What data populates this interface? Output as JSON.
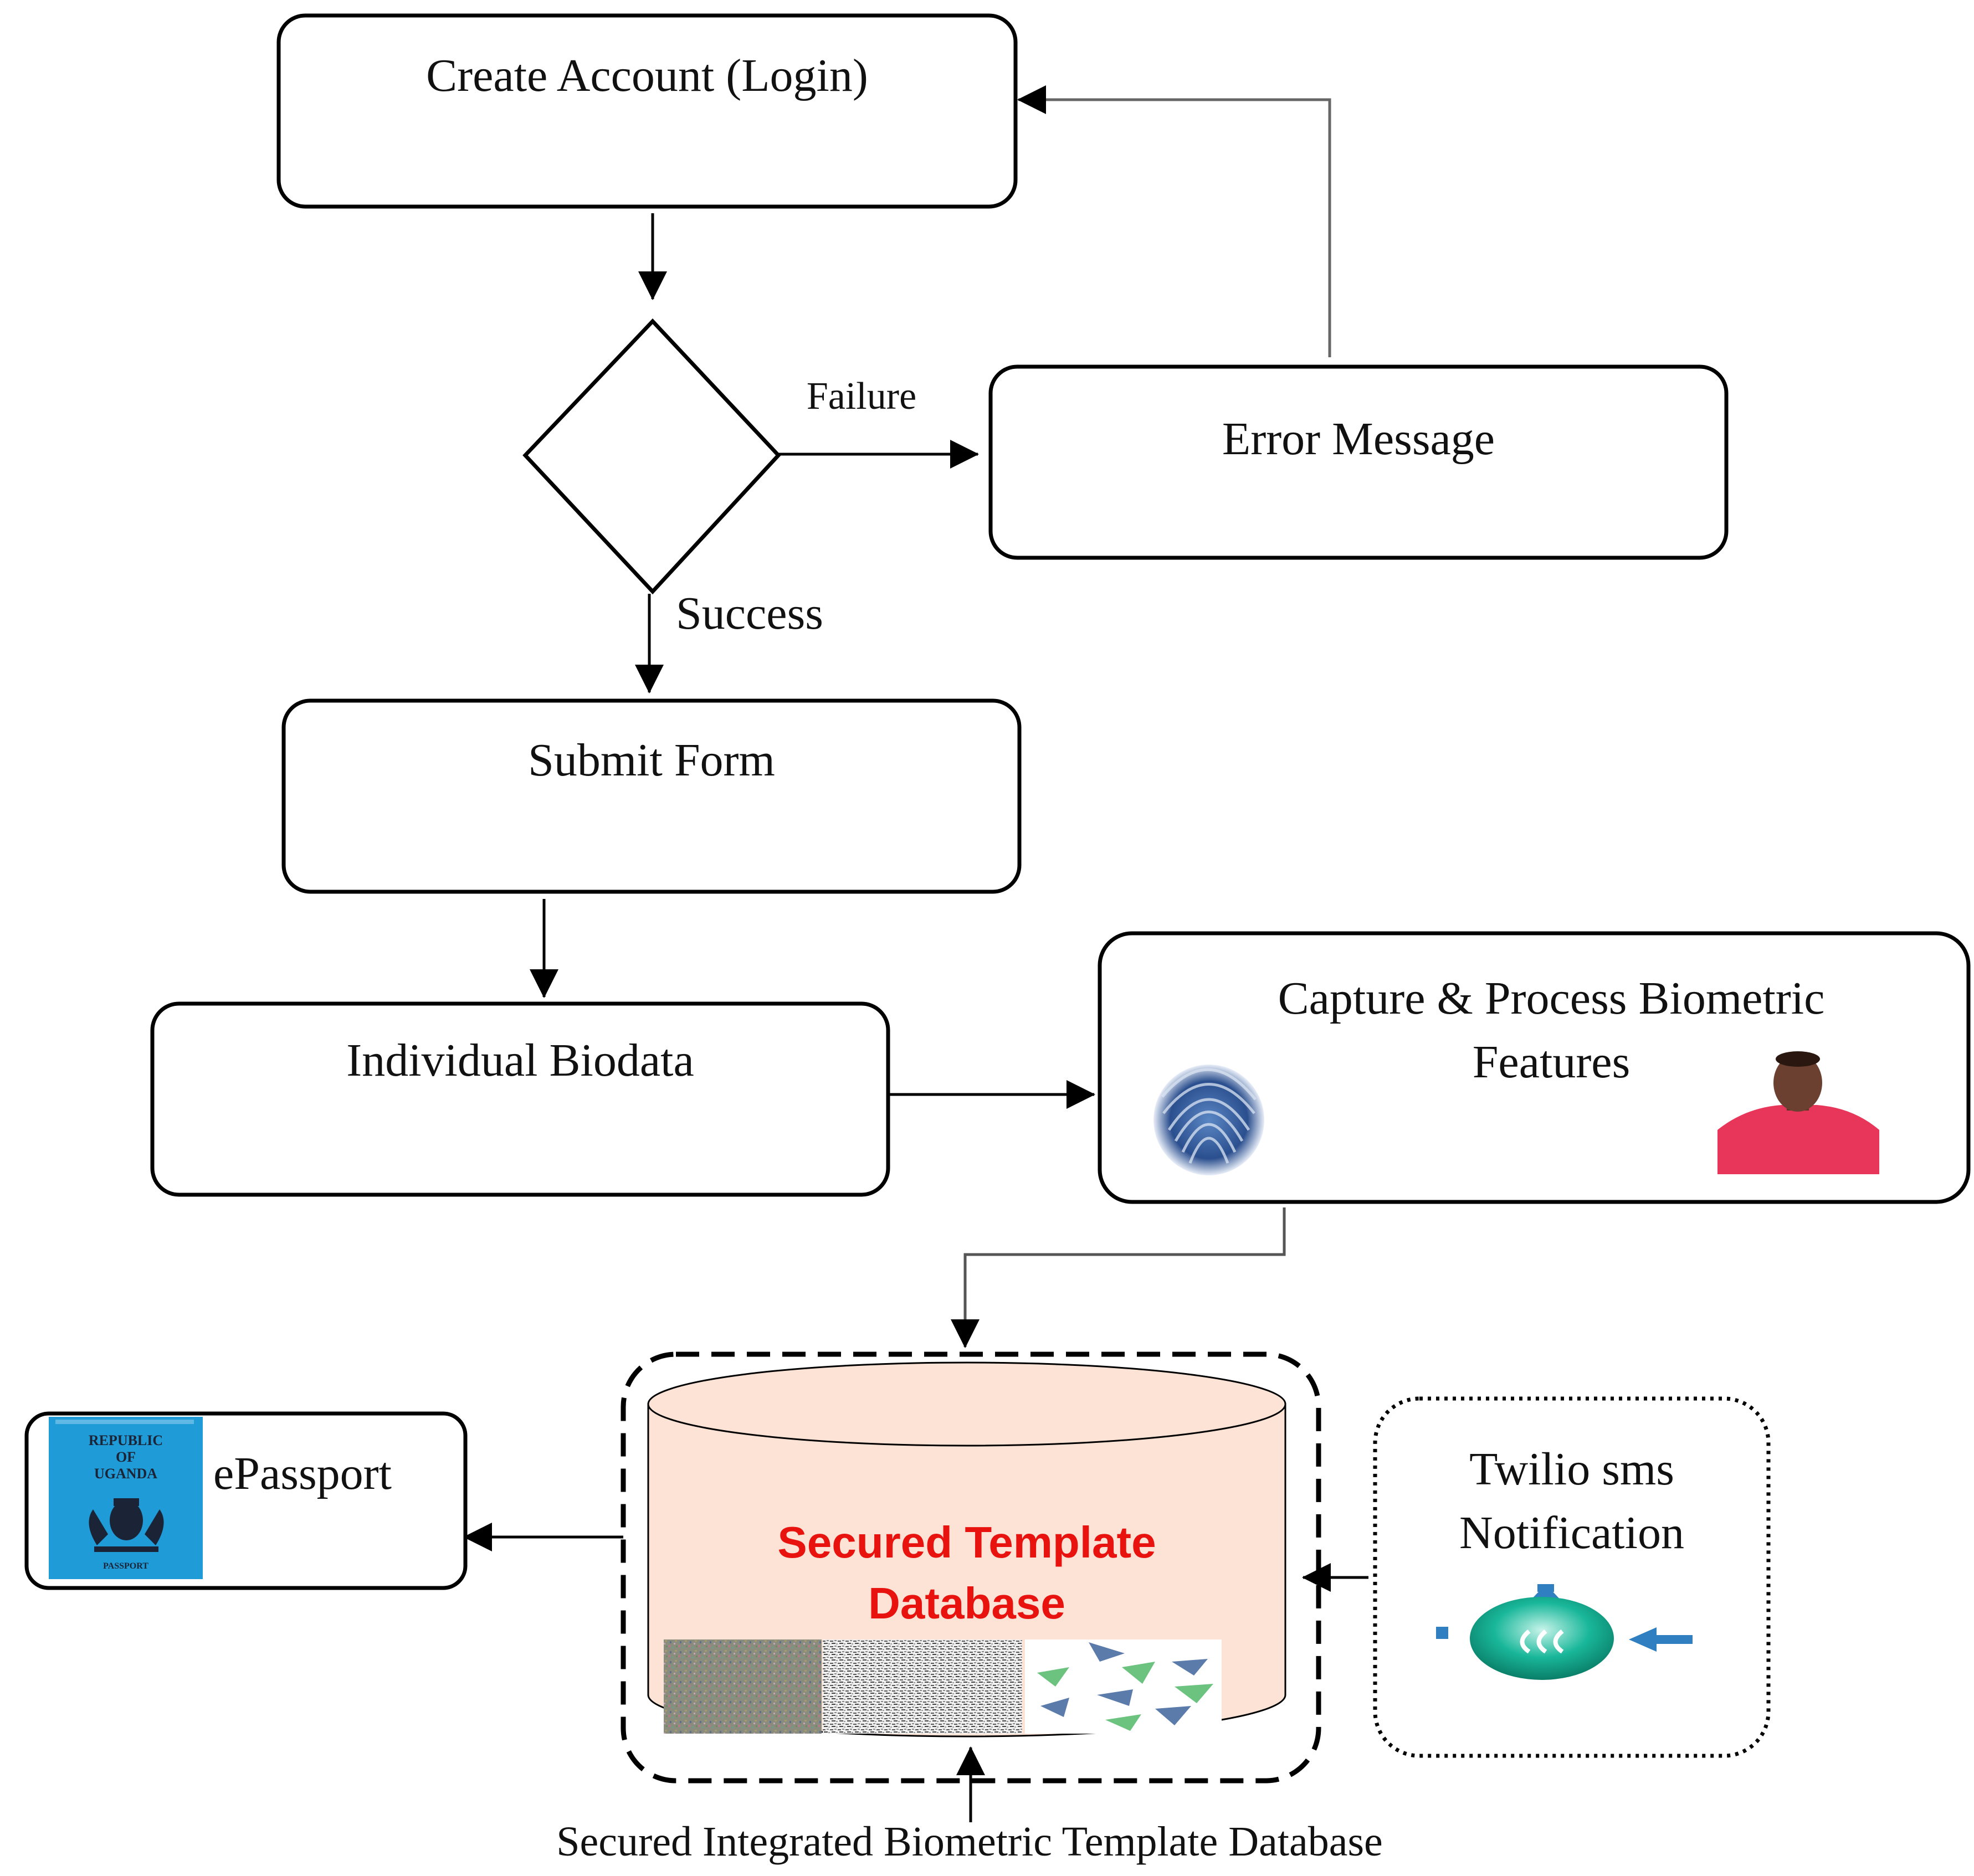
{
  "nodes": {
    "create_account": "Create Account (Login)",
    "error_message": "Error Message",
    "submit_form": "Submit Form",
    "individual_biodata": "Individual Biodata",
    "capture_line1": "Capture & Process Biometric",
    "capture_line2": "Features",
    "epassport": "ePassport",
    "twilio_line1": "Twilio sms",
    "twilio_line2": "Notification",
    "db_line1": "Secured Template",
    "db_line2": "Database",
    "db_caption": "Secured Integrated Biometric Template Database"
  },
  "edges": {
    "failure": "Failure",
    "success": "Success"
  },
  "passport_cover": {
    "line1": "REPUBLIC",
    "line2": "OF",
    "line3": "UGANDA",
    "footer": "PASSPORT"
  },
  "colors": {
    "db_title": "#e8130f",
    "db_fill": "#fde3d6",
    "passport_blue": "#1f9bd7",
    "shirt": "#e8365a",
    "sms_teal": "#19b79a",
    "arrow_blue": "#2f7fc1"
  },
  "icons": {
    "fingerprint": "fingerprint-icon",
    "portrait": "face-photo-icon",
    "sms": "sms-notification-icon",
    "passport": "passport-cover-icon"
  }
}
